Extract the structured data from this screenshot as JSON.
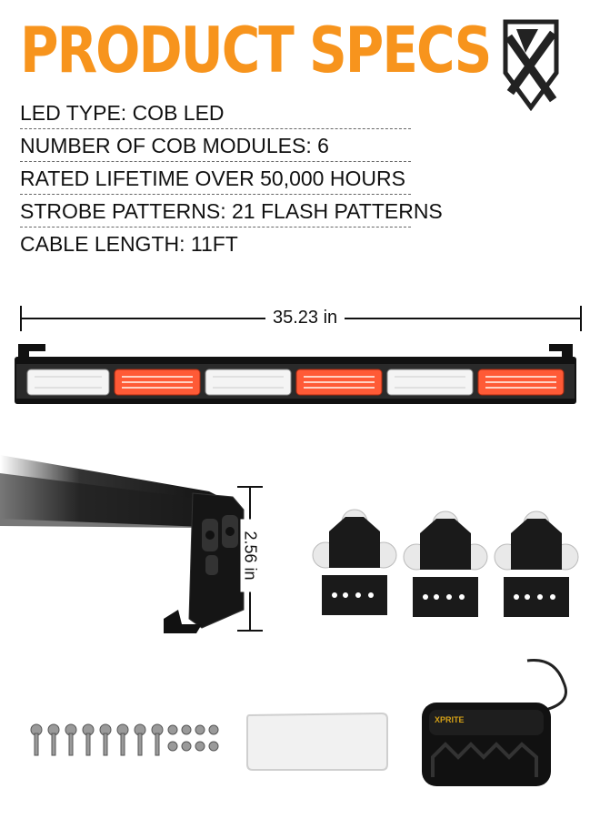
{
  "title": "PRODUCT SPECS",
  "specs": [
    {
      "text": "LED TYPE: COB LED"
    },
    {
      "text": "NUMBER OF COB MODULES: 6"
    },
    {
      "text": "RATED LIFETIME OVER 50,000 HOURS"
    },
    {
      "text": "STROBE PATTERNS: 21 FLASH PATTERNS"
    },
    {
      "text": "CABLE LENGTH: 11FT"
    }
  ],
  "dimensions": {
    "length": "35.23 in",
    "height": "2.56 in"
  },
  "controller_brand": "XPRITE",
  "colors": {
    "title": "#f7941d",
    "amber": "#ff5a36",
    "white_module": "#f4f4f4",
    "housing": "#111111"
  },
  "icons": {
    "logo": "xprite-shield-logo"
  }
}
